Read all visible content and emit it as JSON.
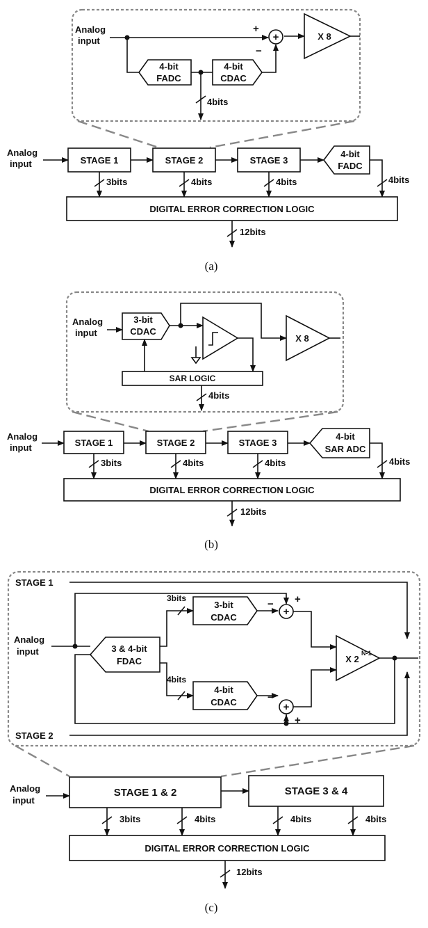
{
  "figure_a": {
    "caption": "(a)",
    "analog_input_1": "Analog",
    "analog_input_2": "input",
    "plus": "+",
    "minus": "−",
    "sum_symbol": "+",
    "fadc_1": "4-bit",
    "fadc_2": "FADC",
    "cdac_1": "4-bit",
    "cdac_2": "CDAC",
    "gain": "X 8",
    "detail_bits": "4bits",
    "stage1": "STAGE 1",
    "stage2": "STAGE 2",
    "stage3": "STAGE 3",
    "last_1": "4-bit",
    "last_2": "FADC",
    "bits_s1": "3bits",
    "bits_s2": "4bits",
    "bits_s3": "4bits",
    "bits_last": "4bits",
    "dec": "DIGITAL ERROR CORRECTION LOGIC",
    "out_bits": "12bits"
  },
  "figure_b": {
    "caption": "(b)",
    "analog_input_1": "Analog",
    "analog_input_2": "input",
    "cdac_1": "3-bit",
    "cdac_2": "CDAC",
    "gain": "X 8",
    "sar_logic": "SAR LOGIC",
    "detail_bits": "4bits",
    "stage1": "STAGE 1",
    "stage2": "STAGE 2",
    "stage3": "STAGE 3",
    "last_1": "4-bit",
    "last_2": "SAR ADC",
    "bits_s1": "3bits",
    "bits_s2": "4bits",
    "bits_s3": "4bits",
    "bits_last": "4bits",
    "dec": "DIGITAL ERROR CORRECTION LOGIC",
    "out_bits": "12bits"
  },
  "figure_c": {
    "caption": "(c)",
    "stage1_line": "STAGE 1",
    "stage2_line": "STAGE 2",
    "analog_input_1": "Analog",
    "analog_input_2": "input",
    "fdac_1": "3 & 4-bit",
    "fdac_2": "FDAC",
    "bits_3": "3bits",
    "bits_4": "4bits",
    "cdac3_1": "3-bit",
    "cdac3_2": "CDAC",
    "cdac4_1": "4-bit",
    "cdac4_2": "CDAC",
    "minus": "−",
    "plus": "+",
    "sum_symbol": "+",
    "gain_base": "X 2",
    "gain_exp": "N-1",
    "stage12": "STAGE 1 & 2",
    "stage34": "STAGE 3 & 4",
    "bits_a": "3bits",
    "bits_b": "4bits",
    "bits_c": "4bits",
    "bits_d": "4bits",
    "dec": "DIGITAL ERROR CORRECTION LOGIC",
    "out_bits": "12bits"
  }
}
